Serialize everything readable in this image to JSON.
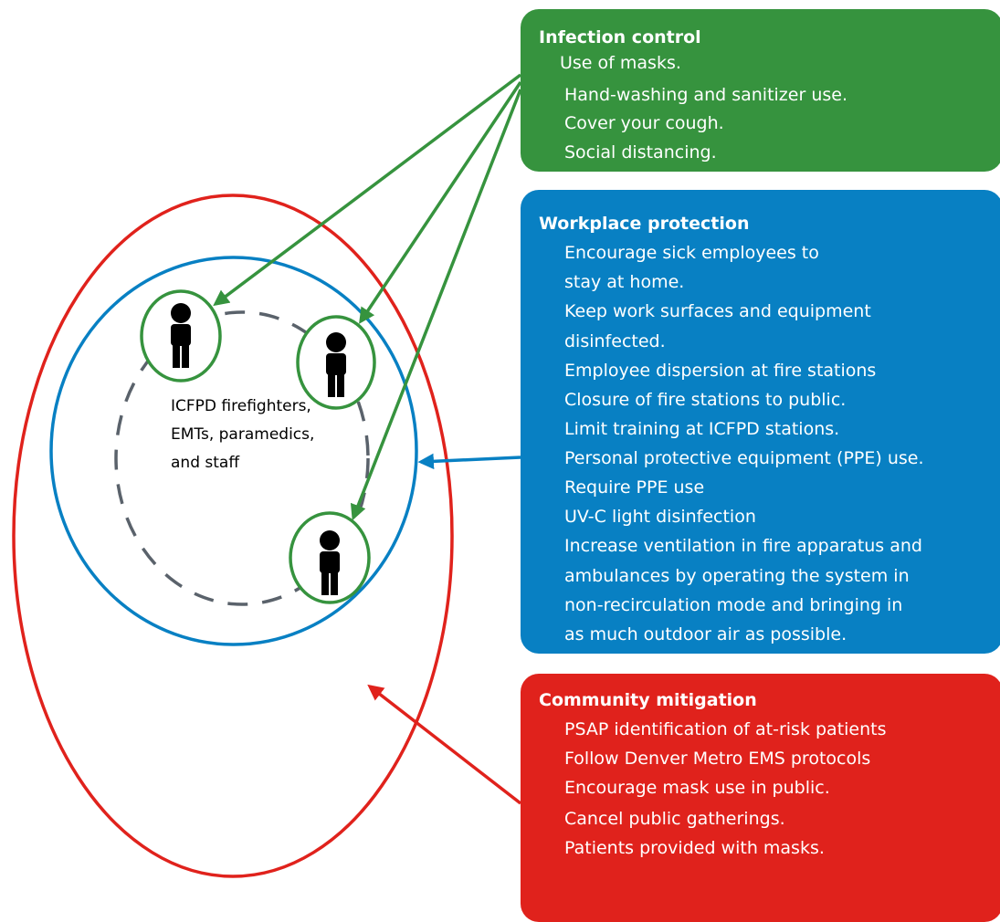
{
  "colors": {
    "green": "#36933e",
    "blue": "#0880c3",
    "red": "#e0221c",
    "dash_ring": "#5a626b",
    "person": "#000000"
  },
  "icons": {
    "person": "person-icon"
  },
  "center_label": {
    "line1": "ICFPD firefighters,",
    "line2": "EMTs,  paramedics,",
    "line3": "and staff"
  },
  "infection_control": {
    "title": "Infection control",
    "items": [
      "Use of masks.",
      "Hand-washing and sanitizer use.",
      "Cover your cough.",
      "Social distancing."
    ]
  },
  "workplace_protection": {
    "title": "Workplace protection",
    "items": [
      "Encourage sick employees to",
      "stay at home.",
      "Keep work surfaces and equipment",
      "disinfected.",
      "Employee dispersion at fire stations",
      "Closure of fire stations to public.",
      "Limit training at ICFPD stations.",
      "Personal protective equipment (PPE) use.",
      "Require PPE use",
      "UV-C light disinfection",
      "Increase ventilation in fire apparatus and",
      "ambulances by operating the system in",
      "non-recirculation mode and bringing in",
      "as much outdoor air as possible."
    ]
  },
  "community_mitigation": {
    "title": "Community mitigation",
    "items": [
      "PSAP identification of at-risk patients",
      "Follow Denver Metro EMS protocols",
      "Encourage mask use in public.",
      "Cancel public gatherings.",
      "Patients provided with masks."
    ]
  }
}
